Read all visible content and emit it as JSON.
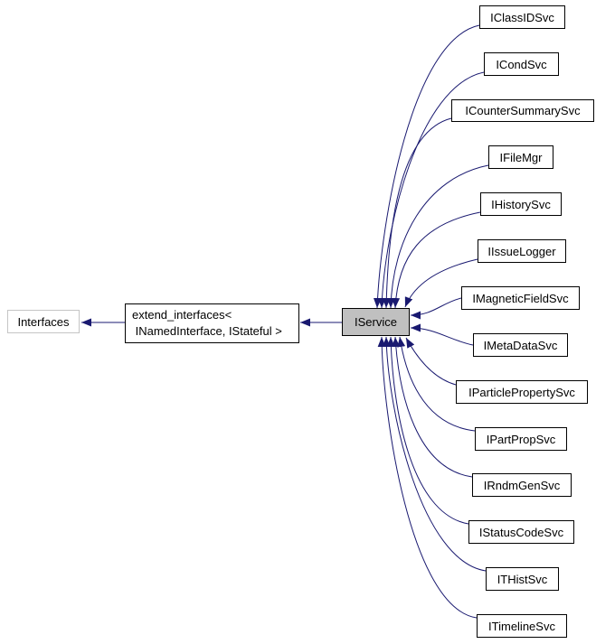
{
  "diagram": {
    "kind": "inheritance-graph",
    "focus_node": "IService"
  },
  "colors": {
    "background": "#ffffff",
    "edge": "#191970",
    "node_border": "#000000",
    "node_fill": "#ffffff",
    "focus_fill": "#c0c0c0",
    "external_border": "#c5c5c5",
    "text": "#000000"
  },
  "nodes": {
    "interfaces": {
      "label": "Interfaces"
    },
    "extend": {
      "line1": "extend_interfaces<",
      "line2": " INamedInterface, IStateful >"
    },
    "iservice": {
      "label": "IService"
    },
    "derived": [
      {
        "label": "IClassIDSvc"
      },
      {
        "label": "ICondSvc"
      },
      {
        "label": "ICounterSummarySvc"
      },
      {
        "label": "IFileMgr"
      },
      {
        "label": "IHistorySvc"
      },
      {
        "label": "IIssueLogger"
      },
      {
        "label": "IMagneticFieldSvc"
      },
      {
        "label": "IMetaDataSvc"
      },
      {
        "label": "IParticlePropertySvc"
      },
      {
        "label": "IPartPropSvc"
      },
      {
        "label": "IRndmGenSvc"
      },
      {
        "label": "IStatusCodeSvc"
      },
      {
        "label": "ITHistSvc"
      },
      {
        "label": "ITimelineSvc"
      }
    ]
  }
}
